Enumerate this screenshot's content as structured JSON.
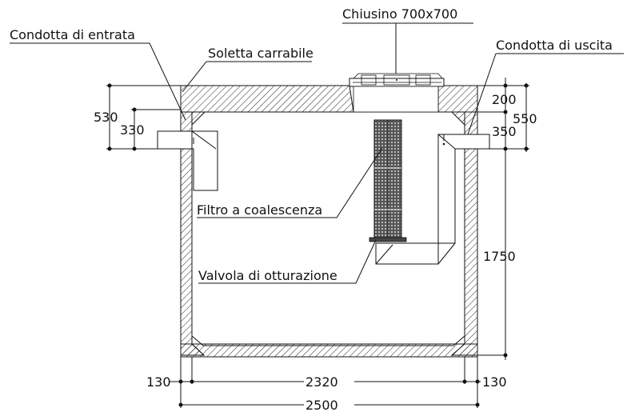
{
  "labels": {
    "manhole": "Chiusino  700x700",
    "inlet": "Condotta di entrata",
    "slab": "Soletta carrabile",
    "outlet": "Condotta di uscita",
    "filter": "Filtro a coalescenza",
    "valve": "Valvola di otturazione"
  },
  "dimensions": {
    "d530": "530",
    "d330": "330",
    "d200": "200",
    "d550": "550",
    "d350": "350",
    "d1750": "1750",
    "d130_left": "130",
    "d2320": "2320",
    "d130_right": "130",
    "d2500": "2500"
  }
}
